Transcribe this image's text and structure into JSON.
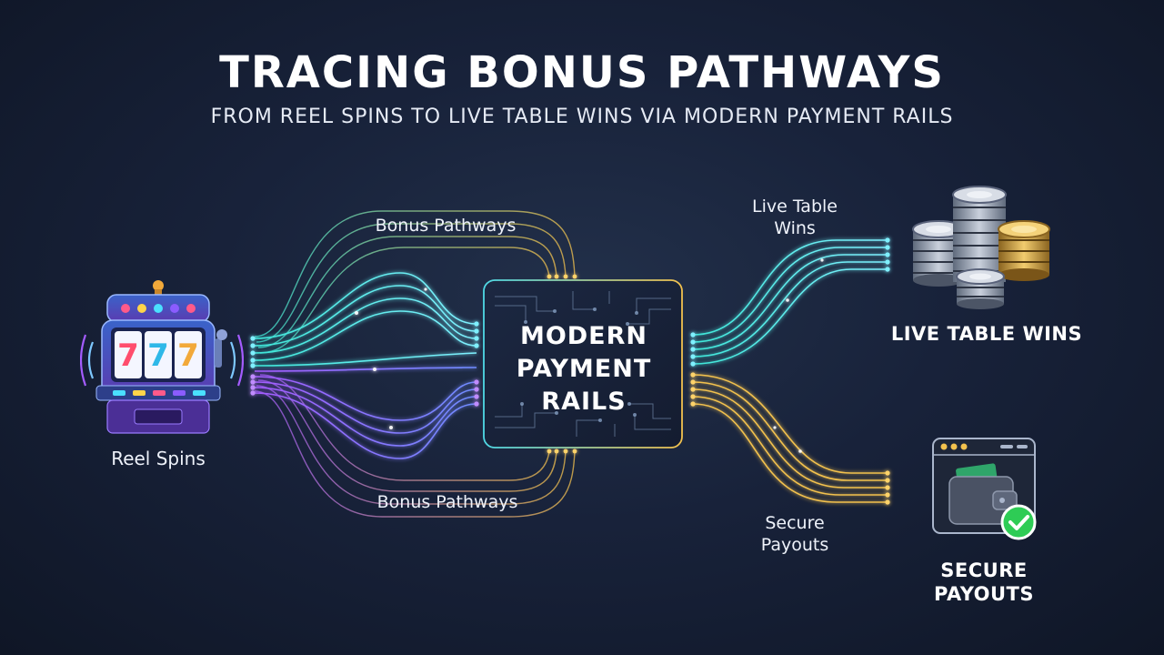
{
  "header": {
    "title": "TRACING BONUS PATHWAYS",
    "subtitle": "FROM REEL SPINS TO LIVE TABLE WINS VIA MODERN PAYMENT RAILS"
  },
  "nodes": {
    "source": {
      "label": "Reel Spins",
      "icon": "slot-machine-icon"
    },
    "hub": {
      "line1": "MODERN",
      "line2": "PAYMENT",
      "line3": "RAILS",
      "icon": "circuit-chip-icon"
    },
    "live_table": {
      "label": "LIVE TABLE WINS",
      "icon": "casino-chips-icon"
    },
    "payouts": {
      "line1": "SECURE",
      "line2": "PAYOUTS",
      "icon": "wallet-check-icon"
    }
  },
  "edge_labels": {
    "top_bonus": "Bonus Pathways",
    "bottom_bonus": "Bonus Pathways",
    "live_line1": "Live Table",
    "live_line2": "Wins",
    "secure_line1": "Secure",
    "secure_line2": "Payouts"
  },
  "colors": {
    "teal": "#3ee6d8",
    "purple": "#a45cff",
    "gold": "#f2c14e",
    "check_green": "#2ecc55"
  }
}
